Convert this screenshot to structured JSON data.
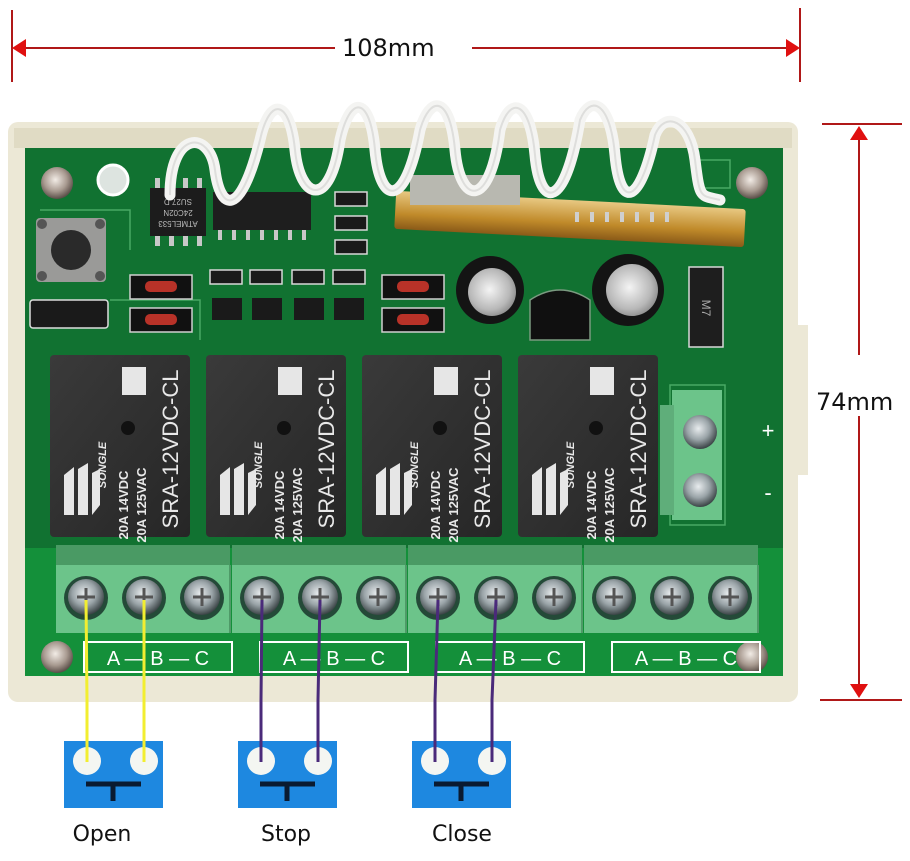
{
  "dimensions": {
    "width_label": "108mm",
    "height_label": "74mm",
    "arrow_color": "#e01010",
    "line_color": "#b01818"
  },
  "board": {
    "enclosure_color": "#ece8d6",
    "pcb_color": "#14903a",
    "terminal_color": "#6cc48a",
    "chips": [
      {
        "label_lines": [
          "ATMEL533",
          "24C02N",
          "SU27 D"
        ]
      }
    ],
    "relays": [
      {
        "brand": "SONGLE",
        "model": "SRA-12VDC-CL",
        "rating_dc": "20A 14VDC",
        "rating_ac": "20A 125VAC"
      },
      {
        "brand": "SONGLE",
        "model": "SRA-12VDC-CL",
        "rating_dc": "20A 14VDC",
        "rating_ac": "20A 125VAC"
      },
      {
        "brand": "SONGLE",
        "model": "SRA-12VDC-CL",
        "rating_dc": "20A 14VDC",
        "rating_ac": "20A 125VAC"
      },
      {
        "brand": "SONGLE",
        "model": "SRA-12VDC-CL",
        "rating_dc": "20A 14VDC",
        "rating_ac": "20A 125VAC"
      }
    ],
    "terminal_groups": [
      {
        "label": "A — B — C"
      },
      {
        "label": "A — B — C"
      },
      {
        "label": "A — B — C"
      },
      {
        "label": "A — B — C"
      }
    ],
    "power_terminal": {
      "plus": "+",
      "minus": "-"
    },
    "diode_label": "M7"
  },
  "buttons": [
    {
      "label": "Open",
      "wire_color": "#f2ee30"
    },
    {
      "label": "Stop",
      "wire_color": "#4a2a7a"
    },
    {
      "label": "Close",
      "wire_color": "#4a2a7a"
    }
  ],
  "button_color": "#1e88e0"
}
